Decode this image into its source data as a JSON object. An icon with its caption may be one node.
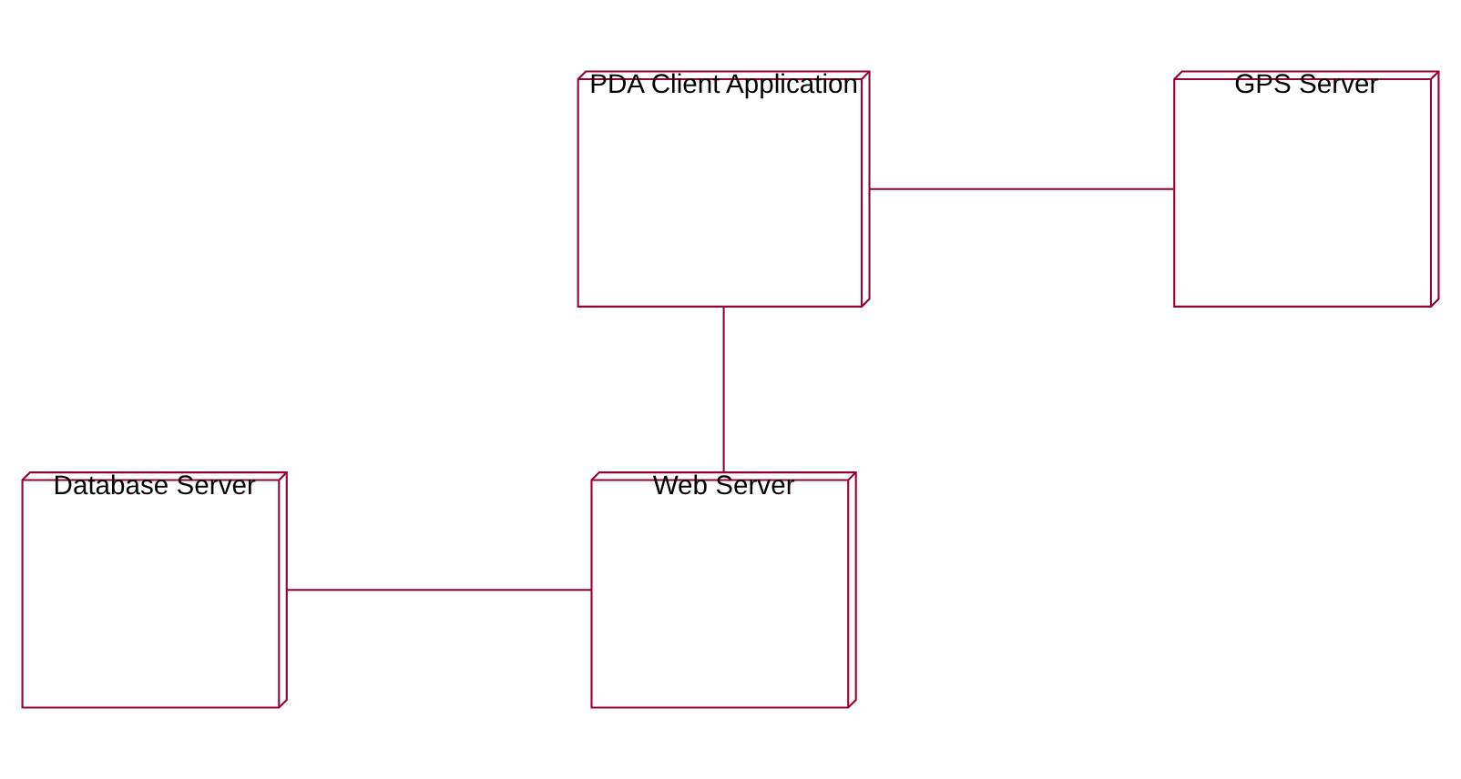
{
  "diagram": {
    "nodes": [
      {
        "text": [
          "PDA Client Application"
        ]
      },
      {
        "text": [
          "GPS Server"
        ]
      },
      {
        "text": [
          "Database Server"
        ]
      },
      {
        "text": [
          "Web Server"
        ]
      }
    ],
    "edges": [
      {
        "from": 0,
        "to": 1,
        "arrow": "none"
      },
      {
        "from": 0,
        "to": 3,
        "arrow": "none"
      },
      {
        "from": 2,
        "to": 3,
        "arrow": "none"
      }
    ]
  }
}
